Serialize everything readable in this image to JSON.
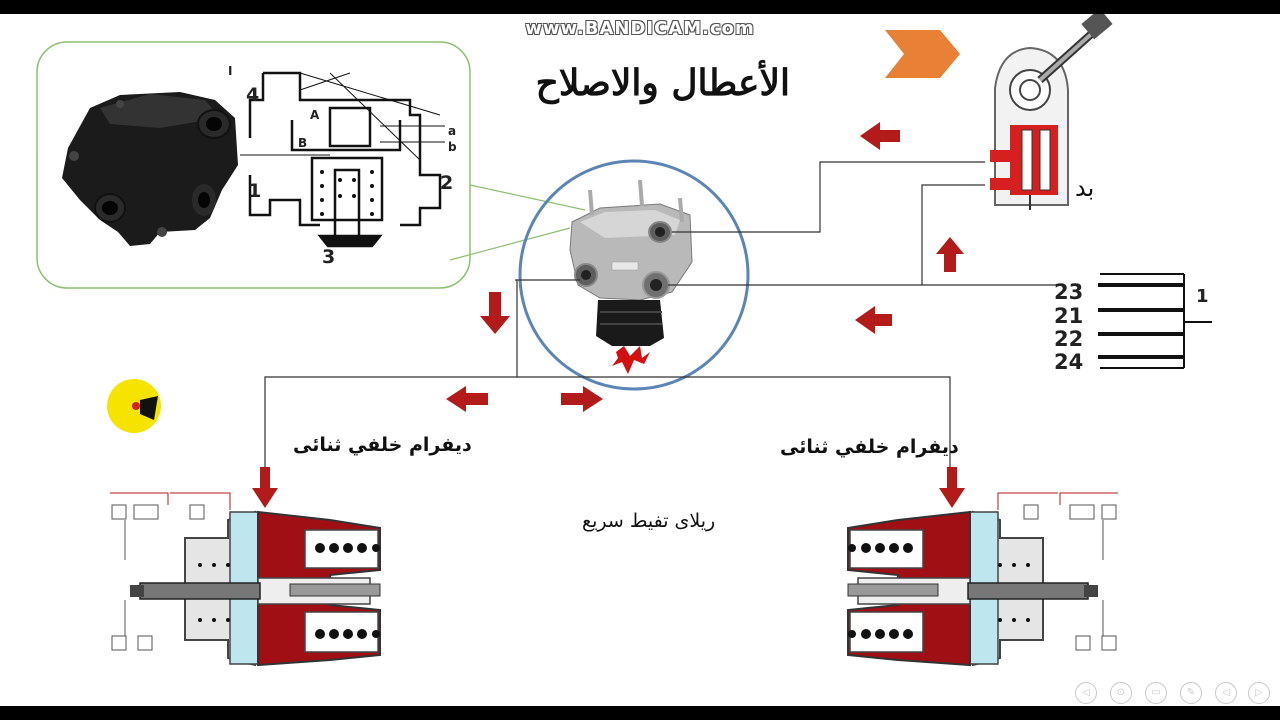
{
  "watermark": "www.BANDICAM.com",
  "title": "الأعطال والاصلاح",
  "labels": {
    "diaphragm_left": "ديفرام خلفي ثنائى",
    "diaphragm_right": "ديفرام  خلفي ثنائى",
    "relay": "ريلاى تفيط سريع",
    "ba": "بد"
  },
  "inset": {
    "ports": [
      "4",
      "1",
      "2",
      "3"
    ],
    "letters": [
      "A",
      "B",
      "a",
      "b",
      "I"
    ]
  },
  "port_block": {
    "numbers": [
      "23",
      "21",
      "22",
      "24"
    ],
    "tag": "1"
  },
  "colors": {
    "arrow": "#b31a1a",
    "circle": "#5b85b5",
    "inset_border": "#8dc070",
    "chevron": "#e88035",
    "chamber_red": "#a00f14",
    "chamber_cyan": "#bde6ee",
    "cursor": "#f6e400"
  },
  "icons": [
    "play-chevron-icon",
    "cursor-highlight-icon",
    "nav-prev-icon",
    "nav-next-icon",
    "zoom-icon",
    "menu-icon",
    "pen-icon",
    "settings-icon"
  ]
}
